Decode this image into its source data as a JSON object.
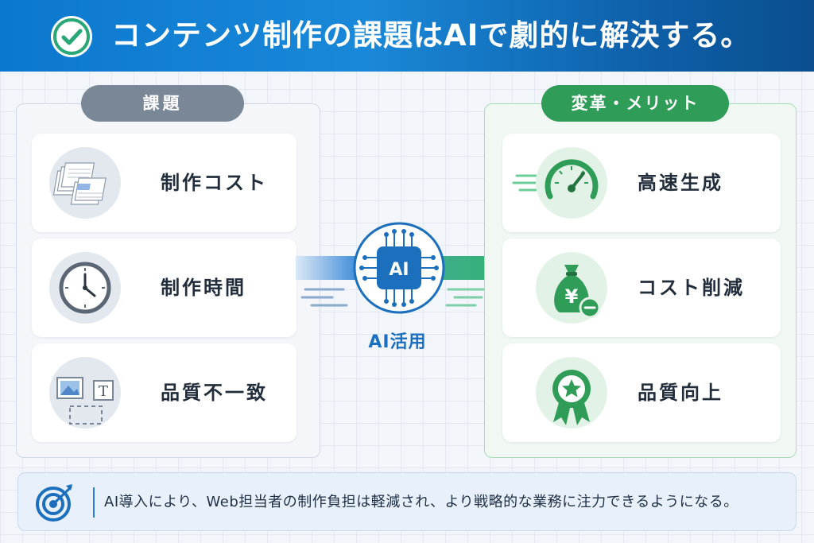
{
  "header": {
    "title": "コンテンツ制作の課題はAIで劇的に解決する。",
    "icon": "check-circle-icon"
  },
  "left_panel": {
    "title": "課題",
    "items": [
      {
        "label": "制作コスト",
        "icon": "document-stack-icon"
      },
      {
        "label": "制作時間",
        "icon": "clock-icon"
      },
      {
        "label": "品質不一致",
        "icon": "mixed-content-icon"
      }
    ]
  },
  "center": {
    "chip_text": "AI",
    "label": "AI活用",
    "icon": "ai-chip-icon"
  },
  "right_panel": {
    "title": "変革・メリット",
    "items": [
      {
        "label": "高速生成",
        "icon": "speedometer-icon"
      },
      {
        "label": "コスト削減",
        "icon": "yen-moneybag-icon",
        "symbol": "¥"
      },
      {
        "label": "品質向上",
        "icon": "award-badge-icon"
      }
    ]
  },
  "footer": {
    "text": "AI導入により、Web担当者の制作負担は軽減され、より戦略的な業務に注力できるようになる。",
    "icon": "target-icon"
  },
  "colors": {
    "header_blue": "#0b78cf",
    "accent_green": "#2f9c57",
    "neutral_gray": "#7a8797",
    "ai_blue": "#1b6fc0"
  }
}
